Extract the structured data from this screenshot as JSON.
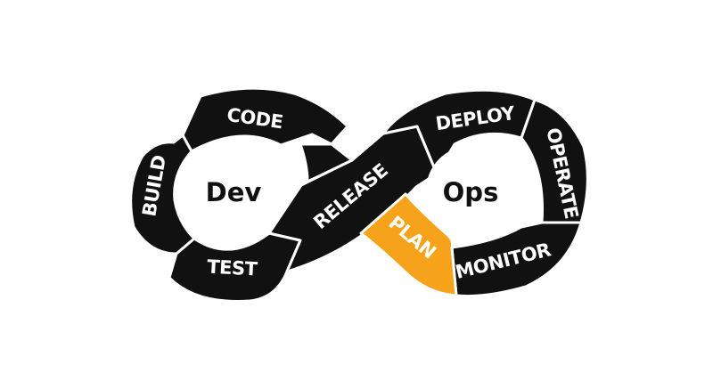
{
  "hubs": {
    "dev": "Dev",
    "ops": "Ops"
  },
  "stages": {
    "code": "CODE",
    "build": "BUILD",
    "test": "TEST",
    "release": "RELEASE",
    "deploy": "DEPLOY",
    "operate": "OPERATE",
    "monitor": "MONITOR",
    "plan": "PLAN"
  },
  "colors": {
    "segment": "#111111",
    "highlight": "#F6A31B",
    "label": "#ffffff",
    "hub_text": "#111111",
    "background": "#ffffff"
  }
}
